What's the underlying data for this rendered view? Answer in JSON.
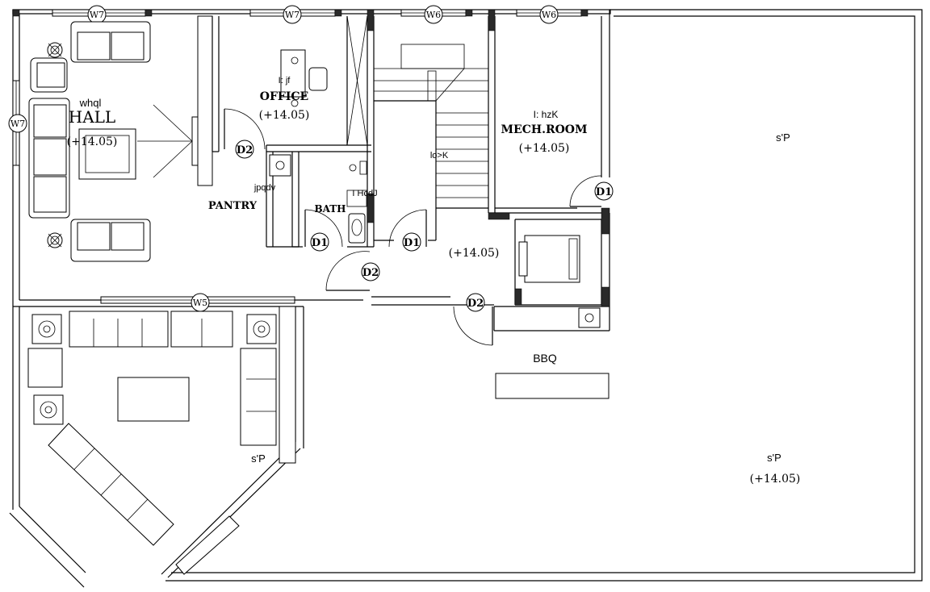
{
  "rooms": {
    "hall": {
      "name": "HALL",
      "script_label": "whql",
      "level": "(+14.05)"
    },
    "office": {
      "name": "OFFICE",
      "script_label": "I: jf",
      "level": "(+14.05)"
    },
    "mech_room": {
      "name": "MECH.ROOM",
      "script_label": "I: hzK",
      "level": "(+14.05)"
    },
    "pantry": {
      "name": "PANTRY",
      "script_label": "jpqdv"
    },
    "bath": {
      "name": "BATH",
      "script_label": "I HcdJ"
    },
    "stair": {
      "script_label": "lo>K"
    },
    "lobby": {
      "level": "(+14.05)"
    },
    "bbq": {
      "name": "BBQ"
    },
    "terrace_top": {
      "script_label": "s'P"
    },
    "terrace_right": {
      "script_label": "s'P",
      "level": "(+14.05)"
    },
    "lounge": {
      "script_label": "s'P"
    }
  },
  "doors": {
    "d1": "D1",
    "d2": "D2"
  },
  "windows": {
    "w5": "W5",
    "w6": "W6",
    "w7": "W7"
  }
}
